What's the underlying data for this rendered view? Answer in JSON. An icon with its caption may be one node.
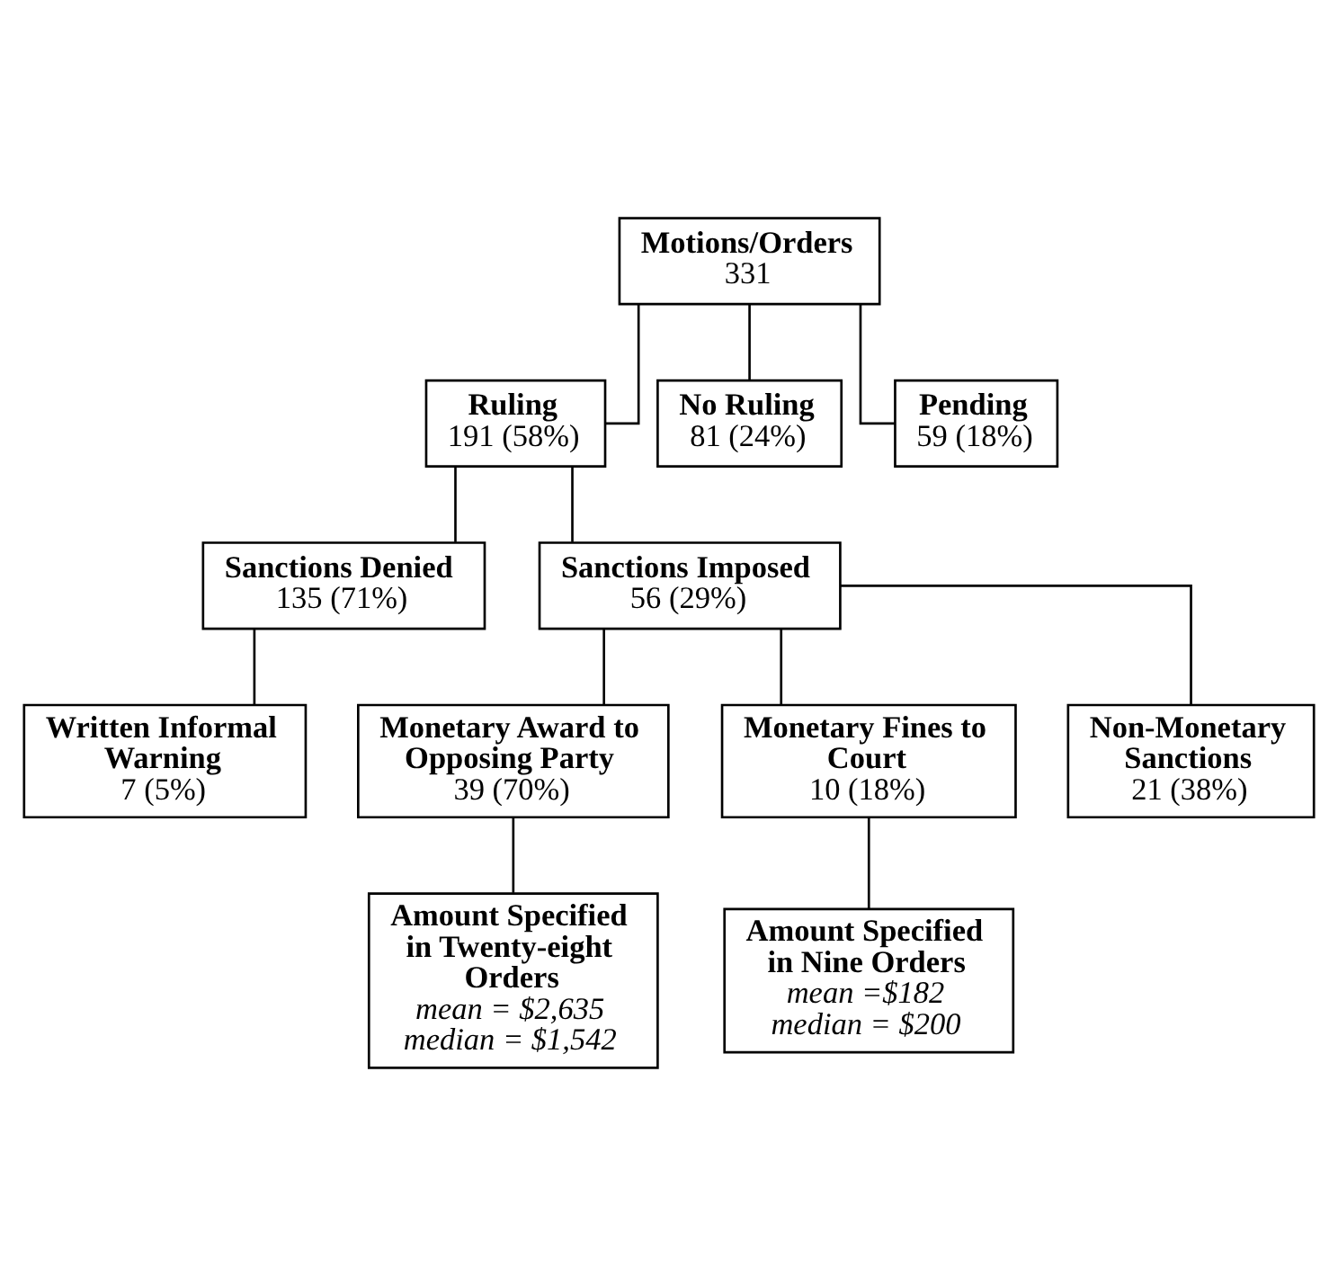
{
  "diagram": {
    "nodes": [
      {
        "text": [
          "Motions/Orders",
          "331"
        ]
      },
      {
        "text": [
          "Ruling",
          "191 (58%)"
        ]
      },
      {
        "text": [
          "No Ruling",
          "81 (24%)"
        ]
      },
      {
        "text": [
          "Pending",
          "59 (18%)"
        ]
      },
      {
        "text": [
          "Sanctions Denied",
          "135 (71%)"
        ]
      },
      {
        "text": [
          "Sanctions Imposed",
          "56 (29%)"
        ]
      },
      {
        "text": [
          "Written Informal Warning",
          "7 (5%)"
        ]
      },
      {
        "text": [
          "Monetary Award to Opposing Party",
          "39 (70%)"
        ]
      },
      {
        "text": [
          "Monetary Fines to Court",
          "10 (18%)"
        ]
      },
      {
        "text": [
          "Non-Monetary Sanctions",
          "21 (38%)"
        ]
      },
      {
        "text": [
          "Amount Specified in Nine Orders",
          "mean =$182",
          "median = $200"
        ]
      },
      {
        "text": [
          "Amount Specified in Twenty-eight Orders",
          "mean = $2,635",
          "median = $1,542"
        ]
      }
    ],
    "edges": [
      {
        "from": 0,
        "to": 1,
        "arrow": "none"
      },
      {
        "from": 0,
        "to": 2,
        "arrow": "none"
      },
      {
        "from": 0,
        "to": 3,
        "arrow": "none"
      },
      {
        "from": 1,
        "to": 4,
        "arrow": "none"
      },
      {
        "from": 1,
        "to": 5,
        "arrow": "none"
      },
      {
        "from": 4,
        "to": 6,
        "arrow": "none"
      },
      {
        "from": 5,
        "to": 7,
        "arrow": "none"
      },
      {
        "from": 5,
        "to": 8,
        "arrow": "none"
      },
      {
        "from": 5,
        "to": 9,
        "arrow": "none"
      },
      {
        "from": 7,
        "to": 11,
        "arrow": "none"
      },
      {
        "from": 8,
        "to": 10,
        "arrow": "none"
      }
    ]
  }
}
